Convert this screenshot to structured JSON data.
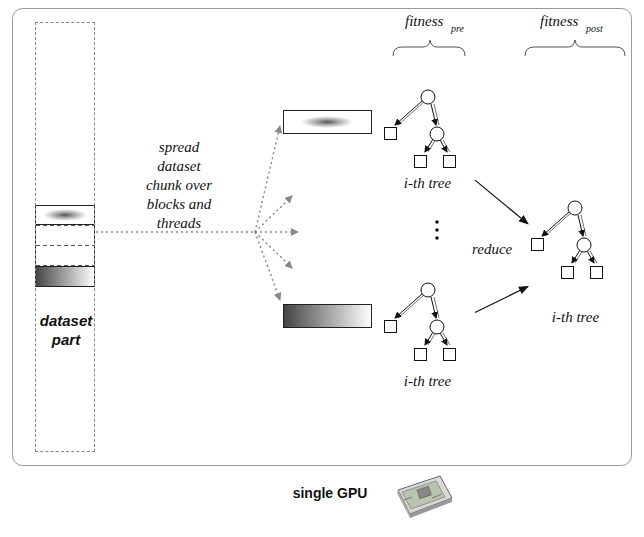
{
  "diagram": {
    "nodes": [
      {
        "text": [
          "dataset part"
        ]
      },
      {
        "text": [
          "i-th tree"
        ]
      },
      {
        "text": [
          "i-th tree"
        ]
      },
      {
        "text": [
          "i-th tree"
        ]
      }
    ],
    "edges": [
      {
        "from": 1,
        "to": 3,
        "arrow": "to"
      },
      {
        "from": 2,
        "to": 3,
        "arrow": "to"
      }
    ],
    "labels": [
      "fitness",
      "pre",
      "fitness",
      "post",
      "spread dataset chunk over blocks and threads",
      "reduce",
      "single GPU"
    ]
  }
}
